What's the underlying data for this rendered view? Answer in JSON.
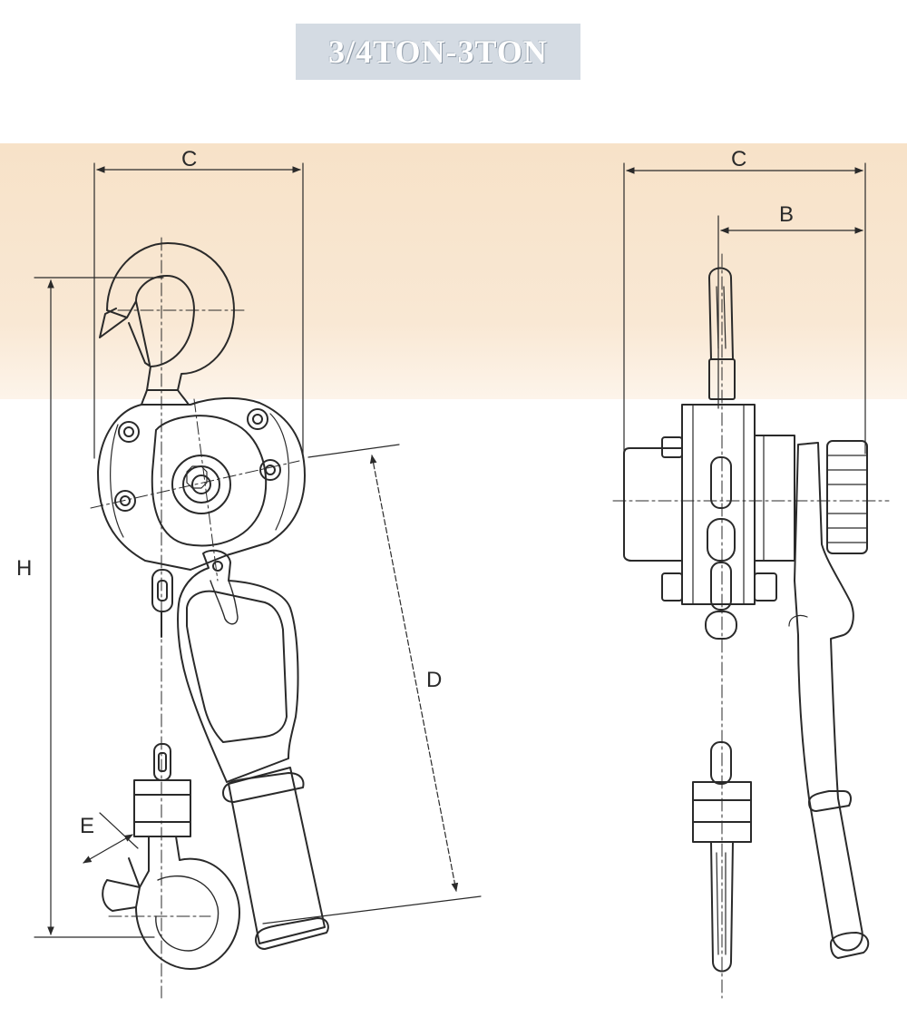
{
  "title": "3/4TON-3TON",
  "dimensions": {
    "c_left": "C",
    "c_right": "C",
    "b": "B",
    "h": "H",
    "d": "D",
    "e": "E"
  },
  "colors": {
    "band": "#f7e2c8",
    "title_bg": "#d4dbe3",
    "line": "#2a2a2a"
  }
}
